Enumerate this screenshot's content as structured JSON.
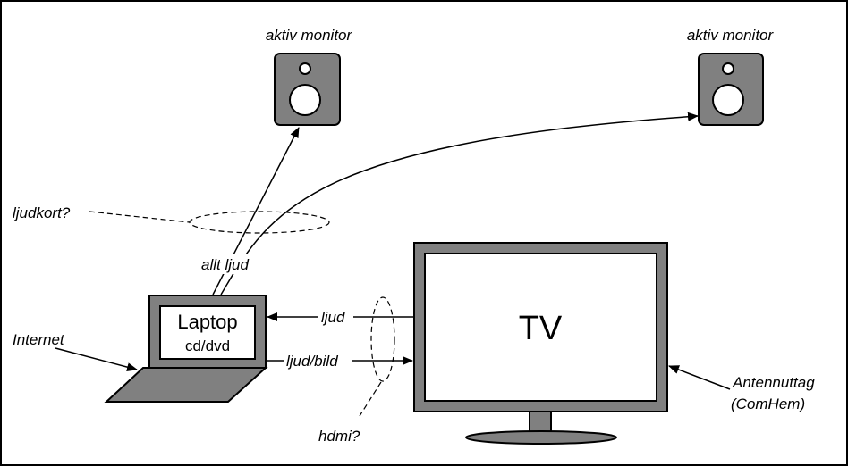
{
  "labels": {
    "monitor_left": "aktiv monitor",
    "monitor_right": "aktiv monitor",
    "ljudkort": "ljudkort?",
    "allt_ljud": "allt ljud",
    "internet": "Internet",
    "laptop_title": "Laptop",
    "laptop_sub": "cd/dvd",
    "ljud": "ljud",
    "ljud_bild": "ljud/bild",
    "hdmi": "hdmi?",
    "tv": "TV",
    "antenna_line1": "Antennuttag",
    "antenna_line2": "(ComHem)"
  },
  "colors": {
    "device_gray": "#808080",
    "outline": "#000000",
    "background": "#ffffff"
  }
}
